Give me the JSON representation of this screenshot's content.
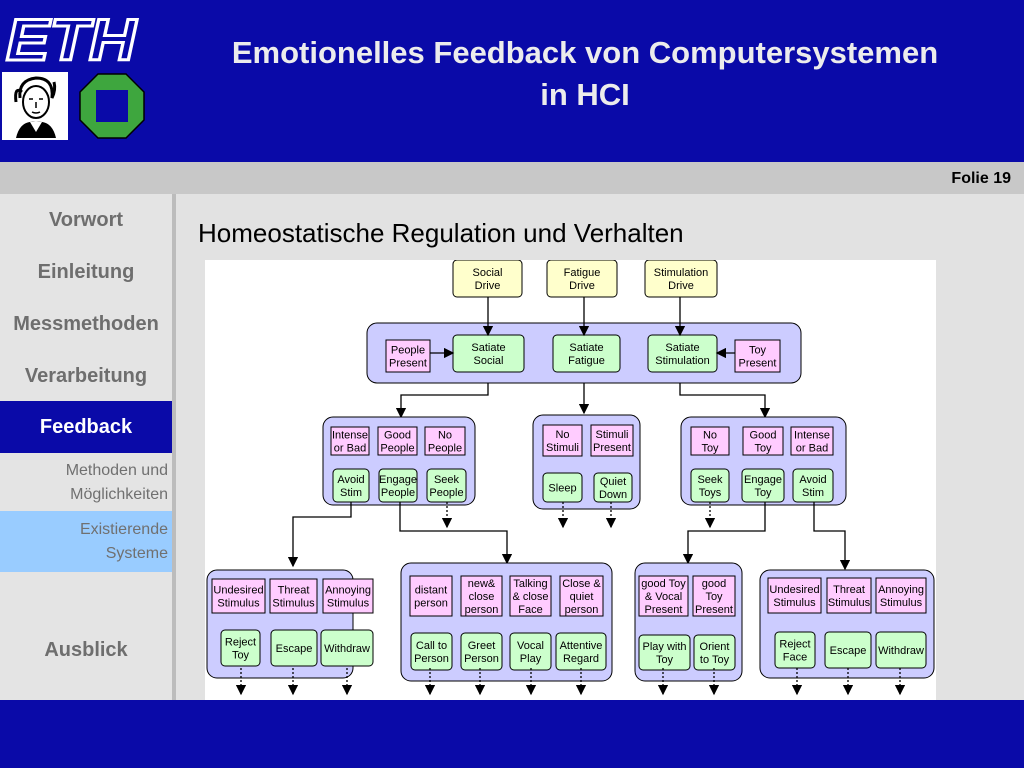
{
  "header": {
    "logo_text": "ETH",
    "title_line1": "Emotionelles Feedback von Computersystemen",
    "title_line2": "in HCI",
    "colors": {
      "header_blue": "#0a0aa8",
      "title_text": "#ececec"
    }
  },
  "slide_number": "Folie 19",
  "sidebar": {
    "items": [
      {
        "label": "Vorwort"
      },
      {
        "label": "Einleitung"
      },
      {
        "label": "Messmethoden"
      },
      {
        "label": "Verarbeitung"
      },
      {
        "label": "Feedback",
        "active": true
      },
      {
        "label": "Ausblick"
      }
    ],
    "subitems": [
      {
        "line1": "Methoden und",
        "line2": "Möglichkeiten"
      },
      {
        "line1": "Existierende",
        "line2": "Systeme",
        "active": true
      }
    ],
    "colors": {
      "active_bg": "#0a0aa8",
      "sub_active_bg": "#99ccff",
      "text": "#6e6e6e"
    }
  },
  "content": {
    "title": "Homeostatische Regulation und Verhalten"
  },
  "diagram": {
    "colors": {
      "drive": "#ffffcc",
      "satiate": "#ccffcc",
      "stimulus": "#ffccff",
      "group": "#ccccff"
    },
    "drives": [
      {
        "l1": "Social",
        "l2": "Drive"
      },
      {
        "l1": "Fatigue",
        "l2": "Drive"
      },
      {
        "l1": "Stimulation",
        "l2": "Drive"
      }
    ],
    "top": {
      "people": {
        "l1": "People",
        "l2": "Present"
      },
      "toy": {
        "l1": "Toy",
        "l2": "Present"
      },
      "satiate": [
        {
          "l1": "Satiate",
          "l2": "Social"
        },
        {
          "l1": "Satiate",
          "l2": "Fatigue"
        },
        {
          "l1": "Satiate",
          "l2": "Stimulation"
        }
      ]
    },
    "mid": {
      "g1": {
        "stim": [
          {
            "l1": "Intense",
            "l2": "or Bad"
          },
          {
            "l1": "Good",
            "l2": "People"
          },
          {
            "l1": "No",
            "l2": "People"
          }
        ],
        "beh": [
          {
            "l1": "Avoid",
            "l2": "Stim"
          },
          {
            "l1": "Engage",
            "l2": "People"
          },
          {
            "l1": "Seek",
            "l2": "People"
          }
        ]
      },
      "g2": {
        "stim": [
          {
            "l1": "No",
            "l2": "Stimuli"
          },
          {
            "l1": "Stimuli",
            "l2": "Present"
          }
        ],
        "beh": [
          {
            "l1": "Sleep",
            "l2": ""
          },
          {
            "l1": "Quiet",
            "l2": "Down"
          }
        ]
      },
      "g3": {
        "stim": [
          {
            "l1": "No",
            "l2": "Toy"
          },
          {
            "l1": "Good",
            "l2": "Toy"
          },
          {
            "l1": "Intense",
            "l2": "or Bad"
          }
        ],
        "beh": [
          {
            "l1": "Seek",
            "l2": "Toys"
          },
          {
            "l1": "Engage",
            "l2": "Toy"
          },
          {
            "l1": "Avoid",
            "l2": "Stim"
          }
        ]
      }
    },
    "bottom": {
      "g1": {
        "stim": [
          {
            "l1": "Undesired",
            "l2": "Stimulus"
          },
          {
            "l1": "Threat",
            "l2": "Stimulus"
          },
          {
            "l1": "Annoying",
            "l2": "Stimulus"
          }
        ],
        "beh": [
          {
            "l1": "Reject",
            "l2": "Toy"
          },
          {
            "l1": "Escape",
            "l2": ""
          },
          {
            "l1": "Withdraw",
            "l2": ""
          }
        ]
      },
      "g2": {
        "stim": [
          {
            "l1": "distant",
            "l2": "person"
          },
          {
            "l1": "new&",
            "l2": "close",
            "l3": "person"
          },
          {
            "l1": "Talking",
            "l2": "& close",
            "l3": "Face"
          },
          {
            "l1": "Close &",
            "l2": "quiet",
            "l3": "person"
          }
        ],
        "beh": [
          {
            "l1": "Call to",
            "l2": "Person"
          },
          {
            "l1": "Greet",
            "l2": "Person"
          },
          {
            "l1": "Vocal",
            "l2": "Play"
          },
          {
            "l1": "Attentive",
            "l2": "Regard"
          }
        ]
      },
      "g3": {
        "stim": [
          {
            "l1": "good Toy",
            "l2": "& Vocal",
            "l3": "Present"
          },
          {
            "l1": "good",
            "l2": "Toy",
            "l3": "Present"
          }
        ],
        "beh": [
          {
            "l1": "Play with",
            "l2": "Toy"
          },
          {
            "l1": "Orient",
            "l2": "to Toy"
          }
        ]
      },
      "g4": {
        "stim": [
          {
            "l1": "Undesired",
            "l2": "Stimulus"
          },
          {
            "l1": "Threat",
            "l2": "Stimulus"
          },
          {
            "l1": "Annoying",
            "l2": "Stimulus"
          }
        ],
        "beh": [
          {
            "l1": "Reject",
            "l2": "Face"
          },
          {
            "l1": "Escape",
            "l2": ""
          },
          {
            "l1": "Withdraw",
            "l2": ""
          }
        ]
      }
    }
  }
}
